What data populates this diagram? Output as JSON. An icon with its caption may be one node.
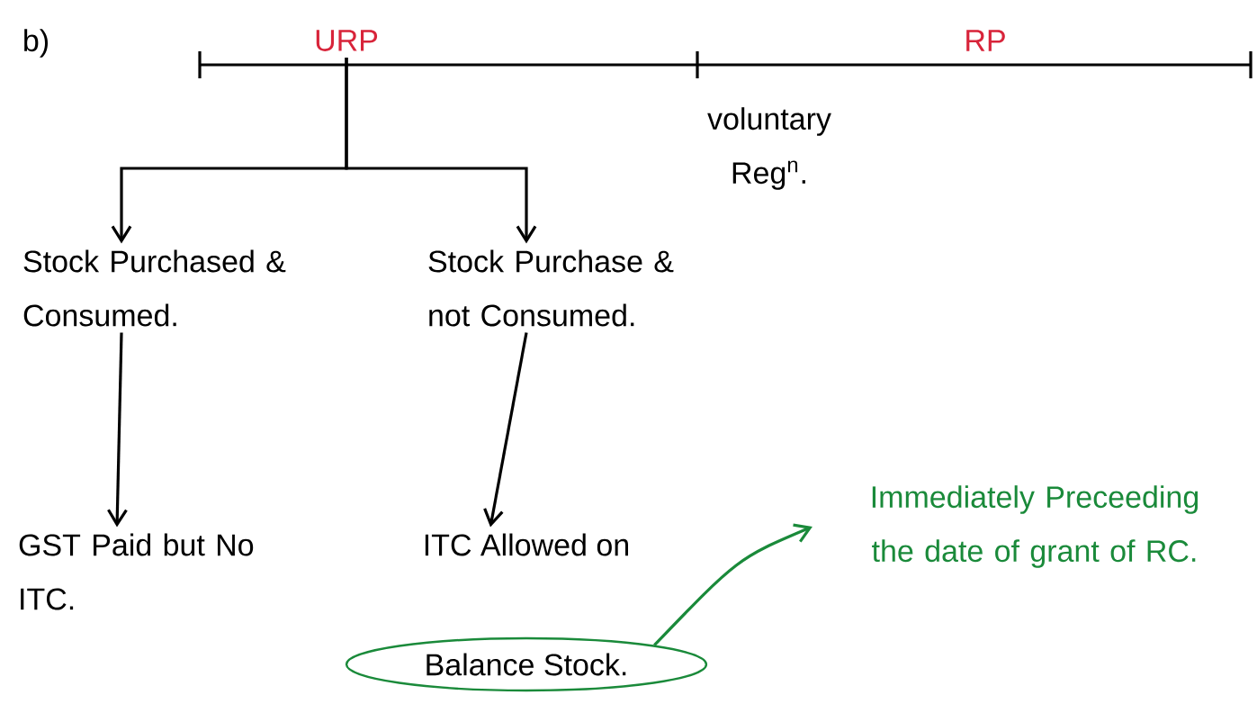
{
  "diagram": {
    "nodes": [
      {
        "text": [
          "URP"
        ]
      },
      {
        "text": [
          "Stock Purchased & Consumed."
        ]
      },
      {
        "text": [
          "Stock Purchase & not Consumed."
        ]
      },
      {
        "text": [
          "GST Paid but No ITC."
        ]
      },
      {
        "text": [
          "ITC Allowed on"
        ]
      },
      {
        "text": [
          "Balance Stock."
        ]
      },
      {
        "text": [
          "Immediately Preceeding the date of grant of RC."
        ]
      }
    ],
    "edges": [
      {
        "from": 0,
        "to": 1,
        "arrow": "to"
      },
      {
        "from": 0,
        "to": 2,
        "arrow": "to"
      },
      {
        "from": 1,
        "to": 3,
        "arrow": "to"
      },
      {
        "from": 2,
        "to": 4,
        "arrow": "to"
      },
      {
        "from": 5,
        "to": 6,
        "arrow": "to",
        "color": "#1a8a3a"
      }
    ],
    "labels": [
      "b)",
      "RP",
      "voluntary Reg$^{n}$."
    ]
  }
}
